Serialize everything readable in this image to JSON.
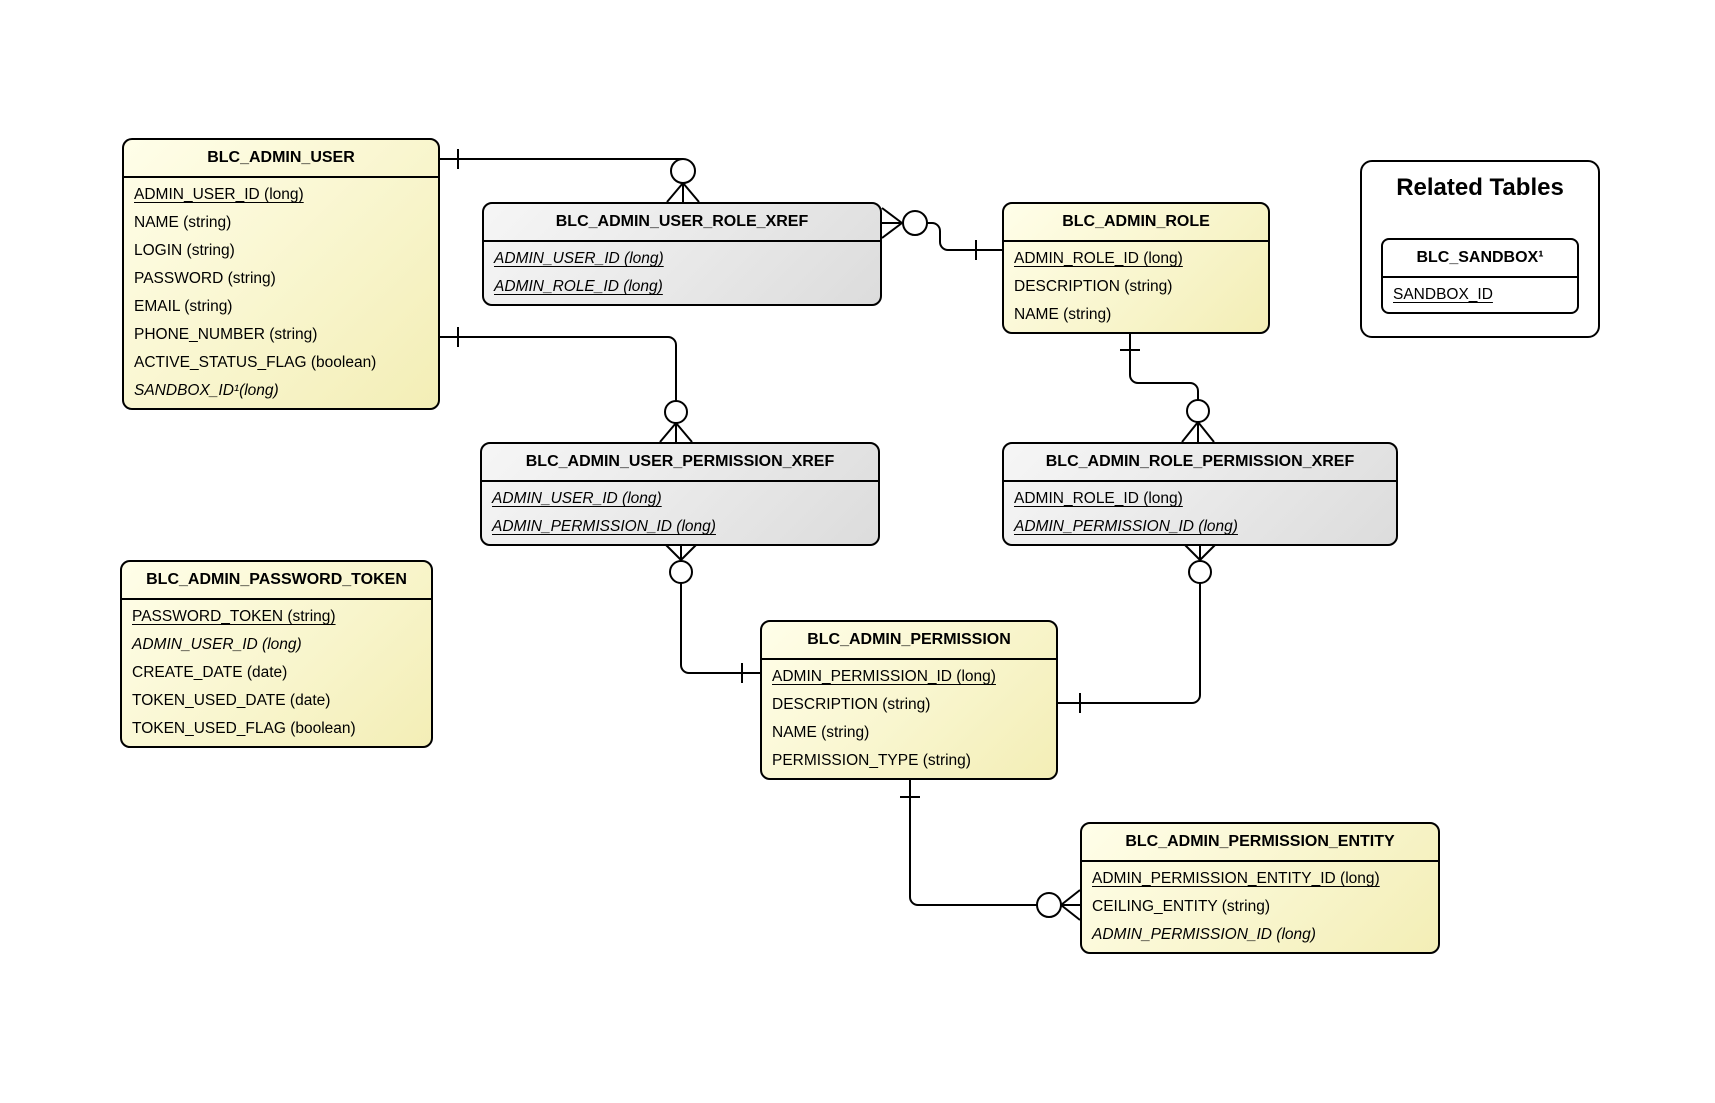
{
  "entities": {
    "admin_user": {
      "title": "BLC_ADMIN_USER",
      "fields": [
        {
          "text": "ADMIN_USER_ID (long)",
          "underline": true
        },
        {
          "text": "NAME (string)"
        },
        {
          "text": "LOGIN (string)"
        },
        {
          "text": "PASSWORD (string)"
        },
        {
          "text": "EMAIL (string)"
        },
        {
          "text": "PHONE_NUMBER (string)"
        },
        {
          "text": "ACTIVE_STATUS_FLAG (boolean)"
        },
        {
          "text": "SANDBOX_ID¹(long)",
          "italic": true
        }
      ]
    },
    "admin_user_role_xref": {
      "title": "BLC_ADMIN_USER_ROLE_XREF",
      "fields": [
        {
          "text": "ADMIN_USER_ID (long)",
          "underline": true,
          "italic": true
        },
        {
          "text": "ADMIN_ROLE_ID (long)",
          "underline": true,
          "italic": true
        }
      ]
    },
    "admin_role": {
      "title": "BLC_ADMIN_ROLE",
      "fields": [
        {
          "text": "ADMIN_ROLE_ID (long)",
          "underline": true
        },
        {
          "text": "DESCRIPTION (string)"
        },
        {
          "text": "NAME (string)"
        }
      ]
    },
    "admin_user_permission_xref": {
      "title": "BLC_ADMIN_USER_PERMISSION_XREF",
      "fields": [
        {
          "text": "ADMIN_USER_ID (long)",
          "underline": true,
          "italic": true
        },
        {
          "text": "ADMIN_PERMISSION_ID (long)",
          "underline": true,
          "italic": true
        }
      ]
    },
    "admin_role_permission_xref": {
      "title": "BLC_ADMIN_ROLE_PERMISSION_XREF",
      "fields": [
        {
          "text": "ADMIN_ROLE_ID (long)",
          "underline": true
        },
        {
          "text": "ADMIN_PERMISSION_ID (long)",
          "underline": true,
          "italic": true
        }
      ]
    },
    "admin_password_token": {
      "title": "BLC_ADMIN_PASSWORD_TOKEN",
      "fields": [
        {
          "text": "PASSWORD_TOKEN (string)",
          "underline": true
        },
        {
          "text": "ADMIN_USER_ID (long)",
          "italic": true
        },
        {
          "text": "CREATE_DATE (date)"
        },
        {
          "text": "TOKEN_USED_DATE (date)"
        },
        {
          "text": "TOKEN_USED_FLAG (boolean)"
        }
      ]
    },
    "admin_permission": {
      "title": "BLC_ADMIN_PERMISSION",
      "fields": [
        {
          "text": "ADMIN_PERMISSION_ID (long)",
          "underline": true
        },
        {
          "text": "DESCRIPTION (string)"
        },
        {
          "text": "NAME (string)"
        },
        {
          "text": "PERMISSION_TYPE (string)"
        }
      ]
    },
    "admin_permission_entity": {
      "title": "BLC_ADMIN_PERMISSION_ENTITY",
      "fields": [
        {
          "text": "ADMIN_PERMISSION_ENTITY_ID (long)",
          "underline": true
        },
        {
          "text": "CEILING_ENTITY (string)"
        },
        {
          "text": "ADMIN_PERMISSION_ID (long)",
          "italic": true
        }
      ]
    }
  },
  "related_tables": {
    "heading": "Related Tables",
    "sandbox": {
      "title": "BLC_SANDBOX¹",
      "fields": [
        {
          "text": "SANDBOX_ID",
          "underline": true
        }
      ]
    }
  },
  "relationships": [
    {
      "from": "BLC_ADMIN_USER",
      "to": "BLC_ADMIN_USER_ROLE_XREF",
      "from_cardinality": "one",
      "to_cardinality": "zero-or-many"
    },
    {
      "from": "BLC_ADMIN_USER_ROLE_XREF",
      "to": "BLC_ADMIN_ROLE",
      "from_cardinality": "zero-or-many",
      "to_cardinality": "one"
    },
    {
      "from": "BLC_ADMIN_USER",
      "to": "BLC_ADMIN_USER_PERMISSION_XREF",
      "from_cardinality": "one",
      "to_cardinality": "zero-or-many"
    },
    {
      "from": "BLC_ADMIN_USER_PERMISSION_XREF",
      "to": "BLC_ADMIN_PERMISSION",
      "from_cardinality": "zero-or-many",
      "to_cardinality": "one"
    },
    {
      "from": "BLC_ADMIN_ROLE",
      "to": "BLC_ADMIN_ROLE_PERMISSION_XREF",
      "from_cardinality": "one",
      "to_cardinality": "zero-or-many"
    },
    {
      "from": "BLC_ADMIN_ROLE_PERMISSION_XREF",
      "to": "BLC_ADMIN_PERMISSION",
      "from_cardinality": "zero-or-many",
      "to_cardinality": "one"
    },
    {
      "from": "BLC_ADMIN_PERMISSION",
      "to": "BLC_ADMIN_PERMISSION_ENTITY",
      "from_cardinality": "one",
      "to_cardinality": "zero-or-many"
    }
  ],
  "colors": {
    "entity_fill": "#FAF7CC",
    "xref_fill": "#E8E8E8",
    "border": "#000000",
    "background": "#FFFFFF"
  }
}
